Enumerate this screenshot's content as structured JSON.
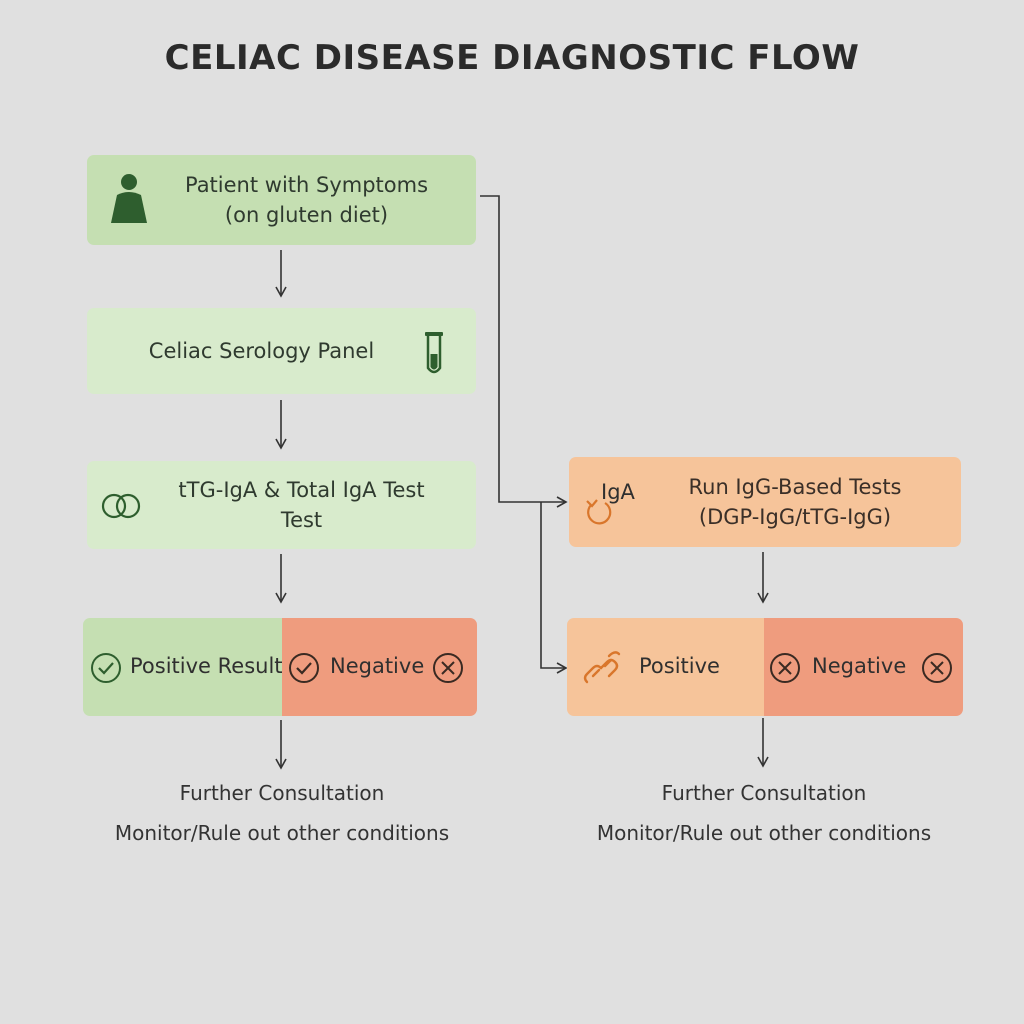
{
  "title": "CELIAC DISEASE DIAGNOSTIC FLOW",
  "left": {
    "box1": {
      "line1": "Patient with Symptoms",
      "line2": "(on gluten diet)",
      "icon": "patient-icon"
    },
    "box2": {
      "label": "Celiac Serology Panel",
      "icon": "test-tube-icon"
    },
    "box3": {
      "line1": "tTG-IgA & Total IgA Test",
      "line2": "Test",
      "icon": "rings-icon"
    },
    "result": {
      "positive": "Positive Result",
      "negative": "Negative"
    },
    "footer1": "Further Consultation",
    "footer2": "Monitor/Rule out other conditions"
  },
  "right": {
    "box1": {
      "badge": "IgA",
      "line1": "Run IgG-Based Tests",
      "line2": "(DGP-IgG/tTG-IgG)"
    },
    "result": {
      "positive": "Positive",
      "negative": "Negative",
      "icon": "link-chain-icon"
    },
    "footer1": "Further Consultation",
    "footer2": "Monitor/Rule out other conditions"
  },
  "colors": {
    "green": "#c5dfb2",
    "light_green": "#d8ebcc",
    "orange": "#f6c49a",
    "red": "#ef9c7e",
    "icon_green": "#2e5e2e",
    "icon_orange": "#d9762b"
  }
}
